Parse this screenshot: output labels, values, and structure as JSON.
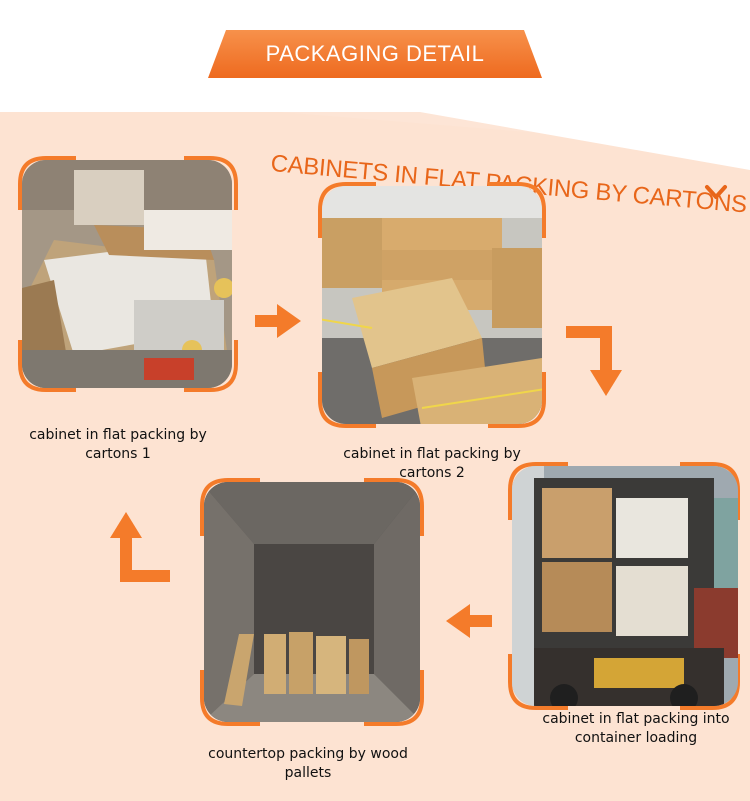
{
  "header": {
    "title": "PACKAGING DETAIL"
  },
  "section": {
    "subtitle": "CABINETS IN FLAT PACKING BY CARTONS"
  },
  "icons": {
    "subtitle_chevron": "chevron-down-icon",
    "step_arrows": "arrow-icon"
  },
  "colors": {
    "accent": "#f47b2a",
    "accent_dark": "#e8661a",
    "background": "#fde5d6",
    "caption_text": "#111111"
  },
  "steps": [
    {
      "caption": "cabinet in flat packing by cartons 1"
    },
    {
      "caption": "cabinet in flat packing by cartons 2"
    },
    {
      "caption": "cabinet in flat packing into container loading"
    },
    {
      "caption": "countertop packing by wood pallets"
    }
  ]
}
